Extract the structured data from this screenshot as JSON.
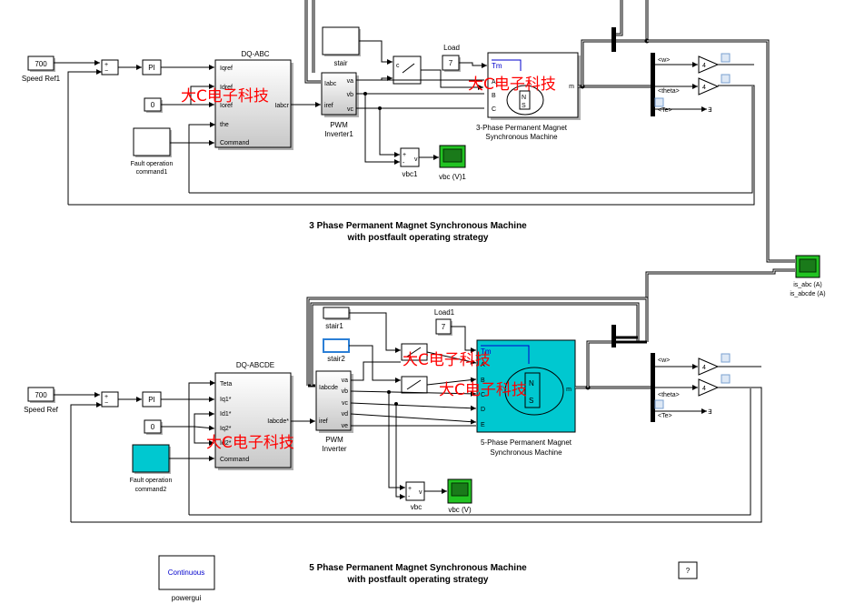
{
  "colors": {
    "scope": "#22c322",
    "machine5": "#00c8d0",
    "watermark": "#ff0000",
    "fault_cmd2": "#00c8d0"
  },
  "top": {
    "speed_ref_value": "700",
    "speed_ref_label": "Speed Ref1",
    "sum_plus": "+",
    "sum_minus": "−",
    "pi_label": "PI",
    "const_zero": "0",
    "dq_title": "DQ-ABC",
    "dq_ports_in": [
      "Iqref",
      "Idref",
      "Ioref",
      "the",
      "Command"
    ],
    "dq_port_out": "Iabcr",
    "fault_label_1": "Fault operation",
    "fault_label_2": "command1",
    "pwm_ports_in": [
      "Iabc",
      "iref"
    ],
    "pwm_ports_out": [
      "va",
      "vb",
      "vc"
    ],
    "pwm_label_1": "PWM",
    "pwm_label_2": "Inverter1",
    "stair_label": "stair",
    "load_label": "Load",
    "load_value": "7",
    "machine_port_tm": "Tm",
    "machine_ports": [
      "A",
      "B",
      "C"
    ],
    "machine_port_m": "m",
    "machine_label_1": "3-Phase Permanent Magnet",
    "machine_label_2": "Synchronous Machine",
    "vbc_label": "vbc1",
    "vbc_scope_label": "vbc (V)1",
    "sel_w": "<w>",
    "sel_theta": "<theta>",
    "sel_te": "<Te>",
    "gain_value_1": "4",
    "gain_value_2": "4",
    "title_1": "3 Phase Permanent Magnet Synchronous Machine",
    "title_2": "with postfault operating strategy",
    "watermark_1": "大C电子科技",
    "watermark_2": "大C电子科技"
  },
  "bottom": {
    "speed_ref_value": "700",
    "speed_ref_label": "Speed Ref",
    "sum_plus": "+",
    "sum_minus": "−",
    "pi_label": "PI",
    "const_zero": "0",
    "dq_title": "DQ-ABCDE",
    "dq_ports_in": [
      "Teta",
      "Iq1*",
      "Id1*",
      "Iq2*",
      "Id2*",
      "Command"
    ],
    "dq_port_out": "Iabcde*",
    "fault_label_1": "Fault operation",
    "fault_label_2": "command2",
    "pwm_ports_in": [
      "Iabcde",
      "iref"
    ],
    "pwm_ports_out": [
      "va",
      "vb",
      "vc",
      "vd",
      "ve"
    ],
    "pwm_label_1": "PWM",
    "pwm_label_2": "Inverter",
    "stair1_label": "stair1",
    "stair2_label": "stair2",
    "load_label": "Load1",
    "load_value": "7",
    "machine_port_tm": "Tm",
    "machine_ports": [
      "A",
      "B",
      "C",
      "D",
      "E"
    ],
    "machine_port_m": "m",
    "machine_label_1": "5-Phase Permanent Magnet",
    "machine_label_2": "Synchronous Machine",
    "vbc_label": "vbc",
    "vbc_scope_label": "vbc (V)",
    "sel_w": "<w>",
    "sel_theta": "<theta>",
    "sel_te": "<Te>",
    "gain_value_1": "4",
    "gain_value_2": "4",
    "title_1": "5 Phase Permanent Magnet Synchronous Machine",
    "title_2": "with postfault operating strategy",
    "watermark_1": "大C电子科技",
    "watermark_2": "大C电子科技",
    "watermark_3": "大C电子科技"
  },
  "right": {
    "scope_label_1": "is_abc (A)",
    "scope_label_2": "is_abcde (A)"
  },
  "powergui": {
    "mode": "Continuous",
    "label": "powergui"
  },
  "help_mark": "?"
}
